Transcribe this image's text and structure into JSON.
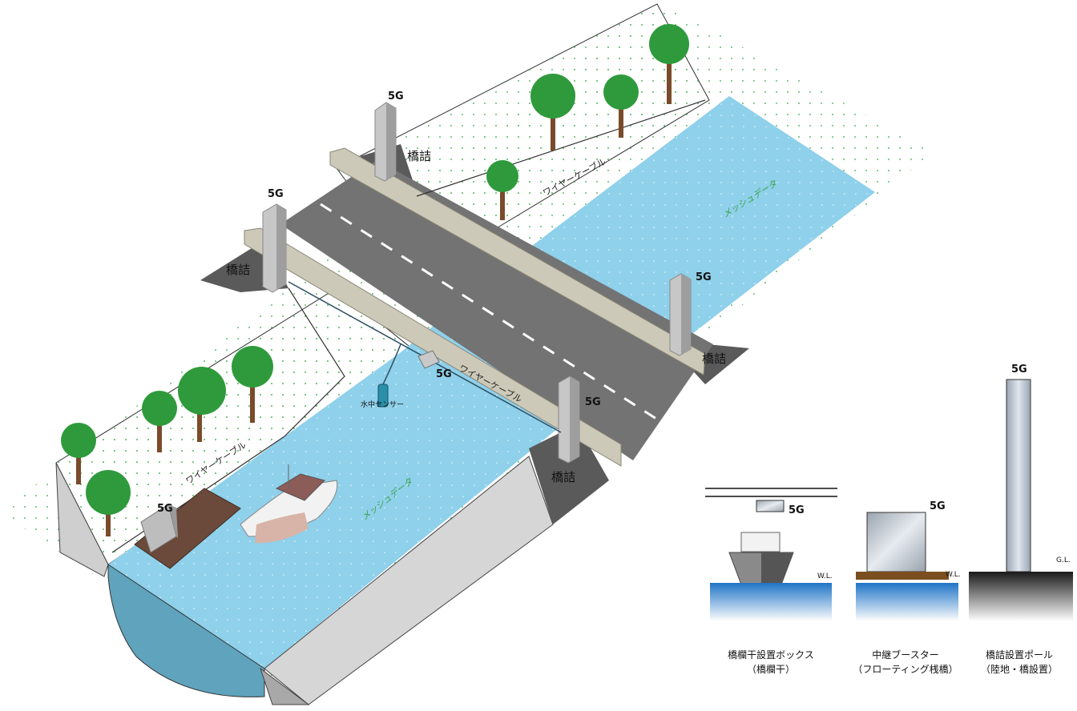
{
  "labels": {
    "kyozume": "橋詰",
    "fiveg": "5G",
    "wire_cable": "ワイヤーケーブル",
    "mesh_data": "メッシュデータ",
    "underwater_sensor": "水中センサー",
    "wl": "W.L.",
    "gl": "G.L."
  },
  "legend": [
    {
      "line1": "橋欄干設置ボックス",
      "line2": "（橋欄干）"
    },
    {
      "line1": "中継ブースター",
      "line2": "（フローティング桟橋）"
    },
    {
      "line1": "橋詰設置ポール",
      "line2": "（陸地・橋設置）"
    }
  ],
  "colors": {
    "water": "#8fd0ea",
    "road": "#737373",
    "ground": "#ffffff",
    "embank": "#cfcfcf",
    "dark_shadow": "#5a5a5a",
    "pillar": "#bdbdbd",
    "rail": "#cdc9b8",
    "tree": "#2f9a3c",
    "legend_water": "#1f74c6",
    "legend_ground": "#1a1a1a"
  }
}
